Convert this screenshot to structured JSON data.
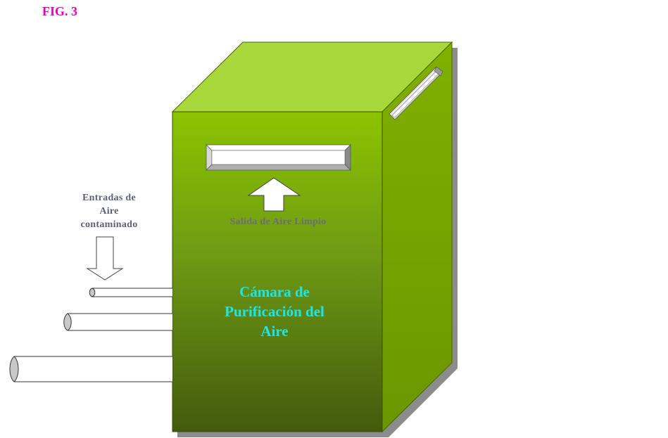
{
  "figure": {
    "label": "FIG. 3"
  },
  "labels": {
    "inlet_line1": "Entradas de",
    "inlet_line2": "Aire",
    "inlet_line3": "contaminado",
    "outlet": "Salida de Aire Limpio",
    "chamber_line1": "Cámara de",
    "chamber_line2": "Purificación del",
    "chamber_line3": "Aire"
  },
  "colors": {
    "figure_label": "#e600c8",
    "chamber_text": "#1ee6e6",
    "box_top": "#a8d83c",
    "box_front_top": "#8cc400",
    "box_front_bottom": "#435a0e",
    "box_side": "#76a000"
  }
}
